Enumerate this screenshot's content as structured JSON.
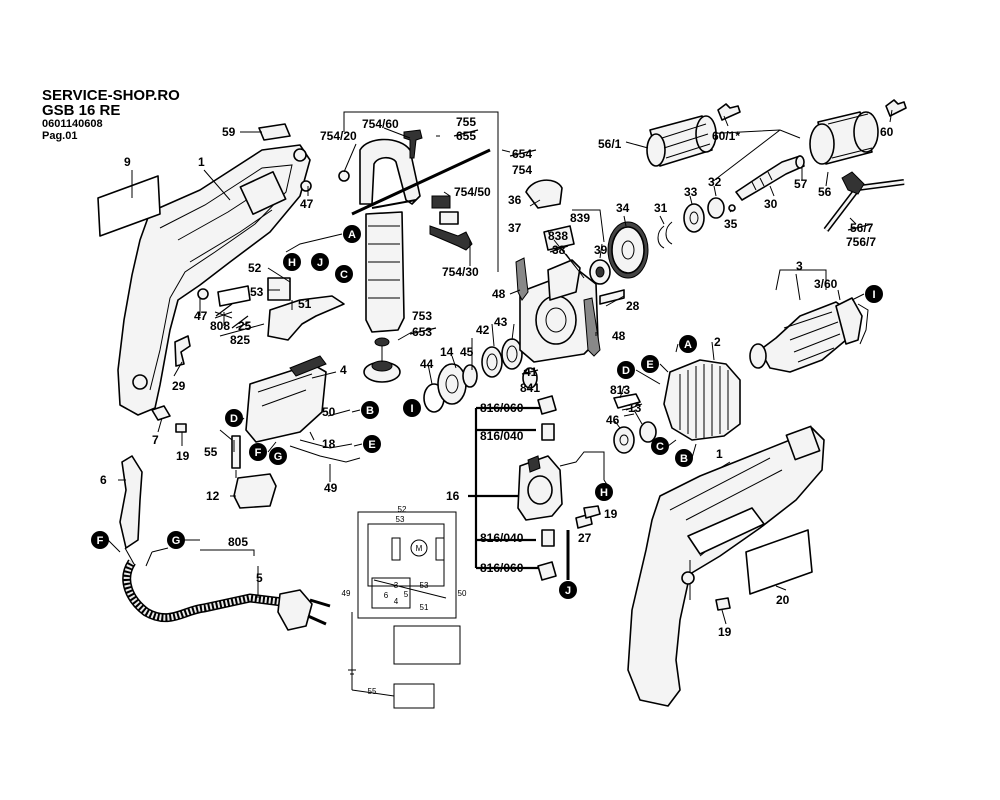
{
  "header": {
    "site": "SERVICE-SHOP.RO",
    "model": "GSB 16 RE",
    "part_number": "0601140608",
    "page": "Pag.01"
  },
  "labels": {
    "l59": "59",
    "l9": "9",
    "l1a": "1",
    "l47a": "47",
    "l52": "52",
    "l53": "53",
    "l51": "51",
    "l47b": "47",
    "l808": "808",
    "l25": "25",
    "l825": "825",
    "l29": "29",
    "l7": "7",
    "l19a": "19",
    "l4": "4",
    "l50": "50",
    "l18": "18",
    "l55": "55",
    "l12": "12",
    "l49": "49",
    "l6": "6",
    "l805": "805",
    "l5": "5",
    "l754_20": "754/20",
    "l754_60": "754/60",
    "l755": "755",
    "l655": "655",
    "l654": "654",
    "l754": "754",
    "l754_50": "754/50",
    "l754_30": "754/30",
    "l753": "753",
    "l653": "653",
    "l44": "44",
    "l14": "14",
    "l45": "45",
    "l42": "42",
    "l43": "43",
    "l41": "41",
    "l841": "841",
    "l36": "36",
    "l839": "839",
    "l37": "37",
    "l838": "838",
    "l38": "38",
    "l39": "39",
    "l34": "34",
    "l31": "31",
    "l33": "33",
    "l32": "32",
    "l35": "35",
    "l48a": "48",
    "l28": "28",
    "l48b": "48",
    "l56_1": "56/1",
    "l60_1": "60/1*",
    "l60": "60",
    "l57": "57",
    "l56": "56",
    "l30": "30",
    "l56_7": "56/7",
    "l756_7": "756/7",
    "l3": "3",
    "l3_60": "3/60",
    "l2": "2",
    "l813": "813",
    "l46": "46",
    "l13": "13",
    "l816_060a": "816/060",
    "l816_040a": "816/040",
    "l16": "16",
    "l19b": "19",
    "l27": "27",
    "l816_040b": "816/040",
    "l816_060b": "816/060",
    "l1b": "1",
    "l20": "20",
    "l19c": "19"
  },
  "connectors": {
    "A": "A",
    "B": "B",
    "C": "C",
    "D": "D",
    "E": "E",
    "F": "F",
    "G": "G",
    "H": "H",
    "I": "I",
    "J": "J"
  },
  "schematic": {
    "w52": "52",
    "w53": "53",
    "w49": "49",
    "w50": "50",
    "w51": "51",
    "w55": "55",
    "motor": "M",
    "n3": "3",
    "n4": "4",
    "n5": "5",
    "n6": "6",
    "n53": "53"
  }
}
